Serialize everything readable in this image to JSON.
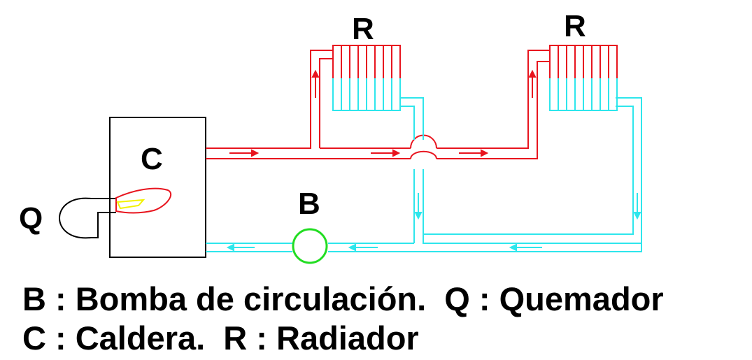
{
  "labels": {
    "radiator_left": "R",
    "radiator_right": "R",
    "boiler": "C",
    "pump": "B",
    "burner": "Q"
  },
  "legend": {
    "line1": "B : Bomba de circulación.  Q : Quemador",
    "line2": "C : Caldera.  R : Radiador"
  },
  "colors": {
    "hot_pipe": "#e8141e",
    "cold_pipe": "#2ee6ec",
    "pump": "#22dd22",
    "flame_outline": "#e8141e",
    "flame_core": "#f2f200",
    "outline": "#000000"
  }
}
